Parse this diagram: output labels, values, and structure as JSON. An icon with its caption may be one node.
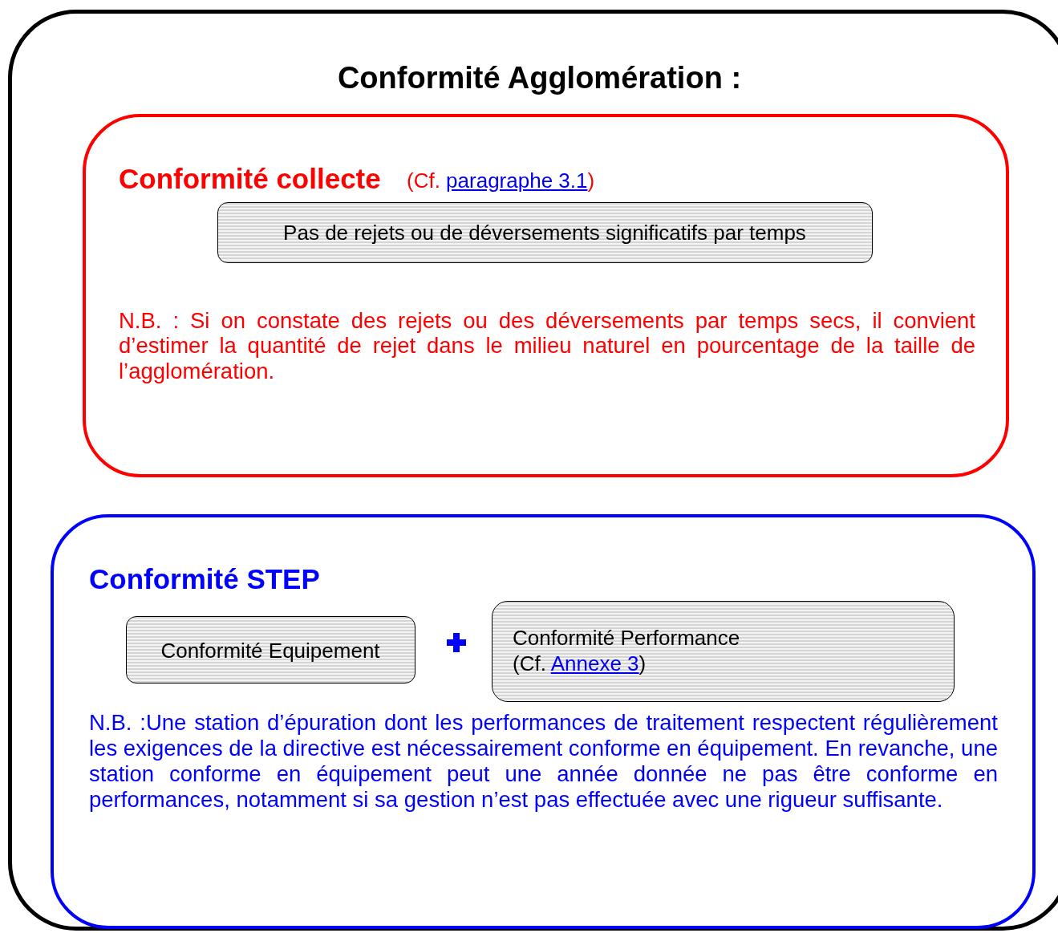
{
  "diagram": {
    "nodes": [
      {
        "text": [
          "Conformité Agglomération :"
        ]
      },
      {
        "text": [
          "Conformité collecte",
          "(Cf. paragraphe 3.1)",
          "N.B. : Si on constate des rejets ou des déversements par temps secs, il convient d’estimer la quantité de rejet dans le milieu naturel en pourcentage de la taille de l’agglomération."
        ],
        "in": 0
      },
      {
        "text": [
          "Pas de rejets ou de déversements significatifs par temps"
        ],
        "in": 1
      },
      {
        "text": [
          "Conformité STEP",
          "N.B. :Une station d’épuration dont les performances de traitement respectent régulièrement les exigences de la directive est nécessairement conforme en équipement. En revanche, une station conforme en équipement peut une année donnée ne pas être conforme en performances, notamment si sa gestion n’est pas effectuée avec une rigueur suffisante."
        ],
        "in": 0
      },
      {
        "text": [
          "Conformité Equipement"
        ],
        "in": 3
      },
      {
        "text": [
          "Conformité Performance",
          "(Cf. Annexe 3)"
        ],
        "in": 3
      }
    ]
  }
}
